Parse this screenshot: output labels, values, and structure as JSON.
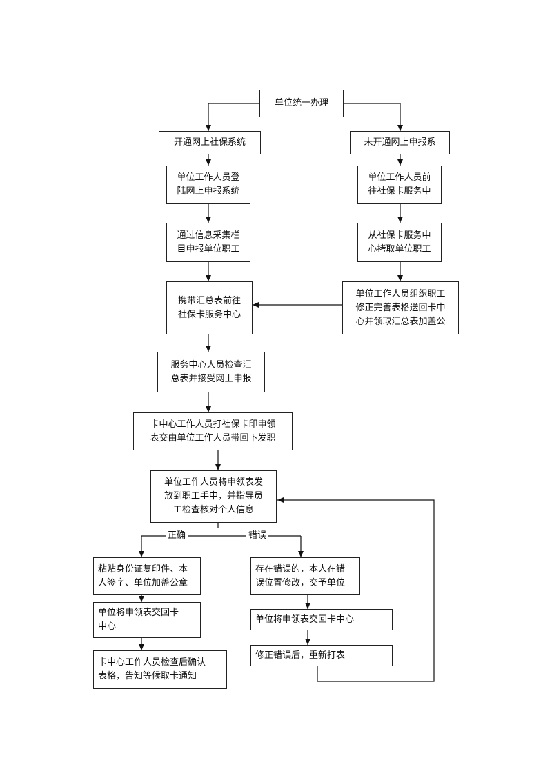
{
  "nodes": {
    "start": "单位统一办理",
    "online": "开通网上社保系统",
    "offline": "未开通网上申报系",
    "online_login": "单位工作人员登\n陆网上申报系统",
    "offline_go": "单位工作人员前\n往社保卡服务中",
    "online_collect": "通过信息采集栏\n目申报单位职工",
    "offline_copy": "从社保卡服务中\n心拷取单位职工",
    "carry_summary": "携带汇总表前往\n社保卡服务中心",
    "offline_correct": "单位工作人员组织职工\n修正完善表格送回卡中\n心并领取汇总表加盖公",
    "check_summary": "服务中心人员检查汇\n总表并接受网上申报",
    "print_form": "卡中心工作人员打社保卡印申领\n表交由单位工作人员带回下发职",
    "distribute": "单位工作人员将申领表发\n放到职工手中，并指导员\n工检查核对个人信息",
    "correct_paste": "粘贴身份证复印件、本\n人签字、单位加盖公章",
    "correct_return": "单位将申领表交回卡\n中心",
    "correct_confirm": "卡中心工作人员检查后确认\n表格，告知等候取卡通知",
    "error_modify": "存在错误的，本人在错\n误位置修改，交予单位",
    "error_return": "单位将申领表交回卡中心",
    "error_reprint": "修正错误后，重新打表"
  },
  "labels": {
    "correct": "正确",
    "error": "错误"
  }
}
